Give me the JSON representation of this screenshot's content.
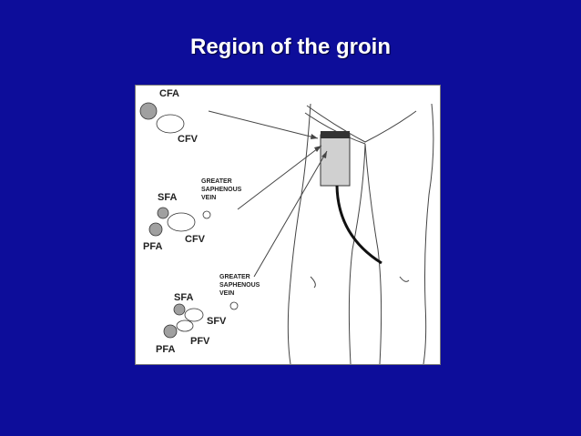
{
  "slide": {
    "title": "Region of the groin",
    "background_color": "#0d0d9a",
    "title_color": "#ffffff"
  },
  "diagram": {
    "labels": {
      "cfa_top": "CFA",
      "cfv_top": "CFV",
      "greater_saphenous_1": [
        "GREATER",
        "SAPHENOUS",
        "VEIN"
      ],
      "sfa_mid": "SFA",
      "pfa_mid": "PFA",
      "cfv_mid": "CFV",
      "greater_saphenous_2": [
        "GREATER",
        "SAPHENOUS",
        "VEIN"
      ],
      "sfa_low": "SFA",
      "sfv_low": "SFV",
      "pfv_low": "PFV",
      "pfa_low": "PFA"
    },
    "colors": {
      "artery_fill": "#a0a0a0",
      "vein_fill": "#ffffff",
      "probe_fill": "#d0d0d0",
      "probe_cap": "#333333",
      "cable": "#111111"
    }
  }
}
